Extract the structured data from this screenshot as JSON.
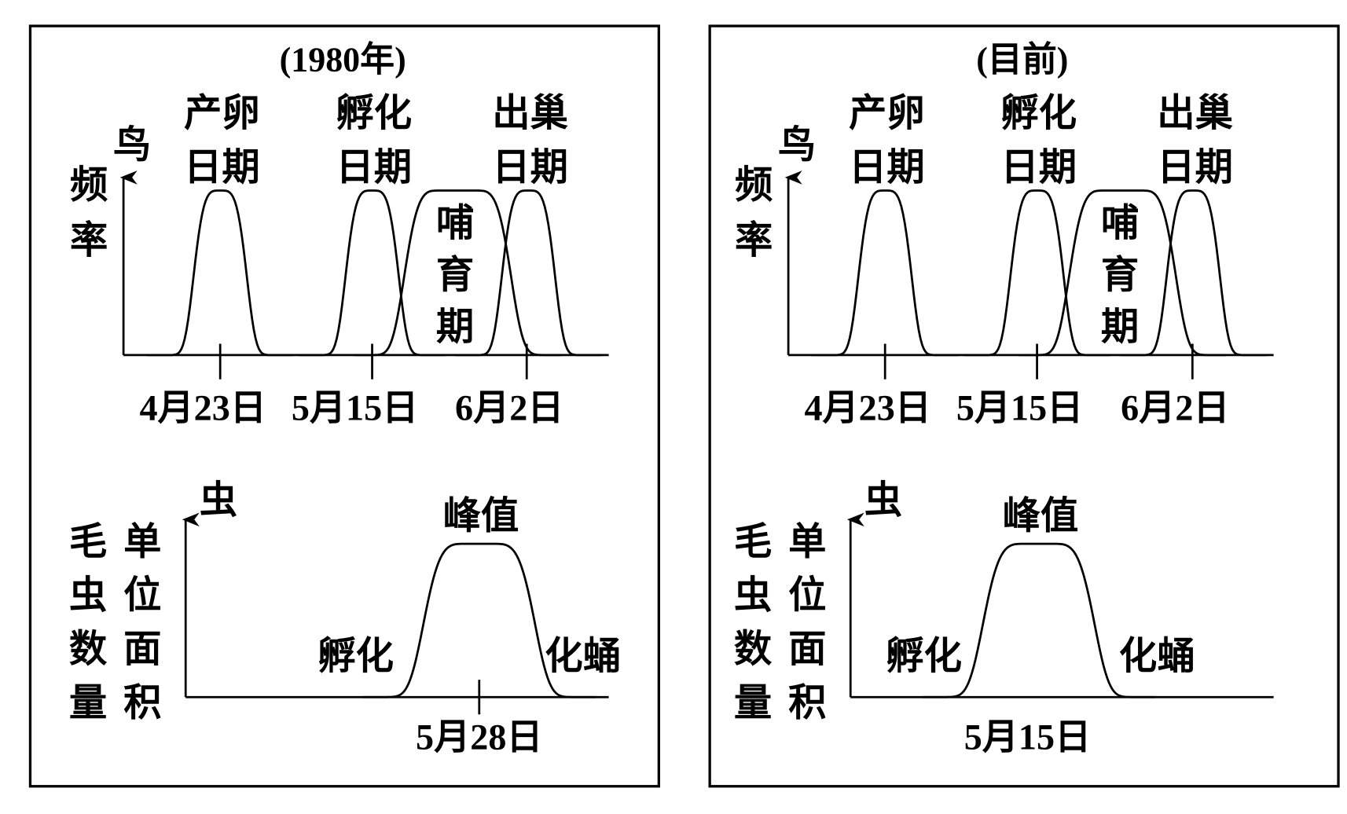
{
  "panels": [
    {
      "title": "(1980年)",
      "bird_chart": {
        "y_label": [
          "鸟",
          "频",
          "率"
        ],
        "phase_labels": [
          [
            "产卵",
            "日期"
          ],
          [
            "孵化",
            "日期"
          ],
          [
            "出巢",
            "日期"
          ]
        ],
        "brood_label": [
          "哺",
          "育",
          "期"
        ],
        "dates": [
          "4月23日",
          "5月15日",
          "6月2日"
        ]
      },
      "caterpillar_chart": {
        "y_label_left": [
          "毛",
          "虫",
          "数",
          "量"
        ],
        "y_label_right": [
          "单",
          "位",
          "面",
          "积"
        ],
        "y_label_top": "虫",
        "peak_label": "峰值",
        "hatch_label": "孵化",
        "pupate_label": "化蛹",
        "peak_date": "5月28日"
      }
    },
    {
      "title": "(目前)",
      "bird_chart": {
        "y_label": [
          "鸟",
          "频",
          "率"
        ],
        "phase_labels": [
          [
            "产卵",
            "日期"
          ],
          [
            "孵化",
            "日期"
          ],
          [
            "出巢",
            "日期"
          ]
        ],
        "brood_label": [
          "哺",
          "育",
          "期"
        ],
        "dates": [
          "4月23日",
          "5月15日",
          "6月2日"
        ]
      },
      "caterpillar_chart": {
        "y_label_left": [
          "毛",
          "虫",
          "数",
          "量"
        ],
        "y_label_right": [
          "单",
          "位",
          "面",
          "积"
        ],
        "y_label_top": "虫",
        "peak_label": "峰值",
        "hatch_label": "孵化",
        "pupate_label": "化蛹",
        "peak_date": "5月15日"
      }
    }
  ]
}
